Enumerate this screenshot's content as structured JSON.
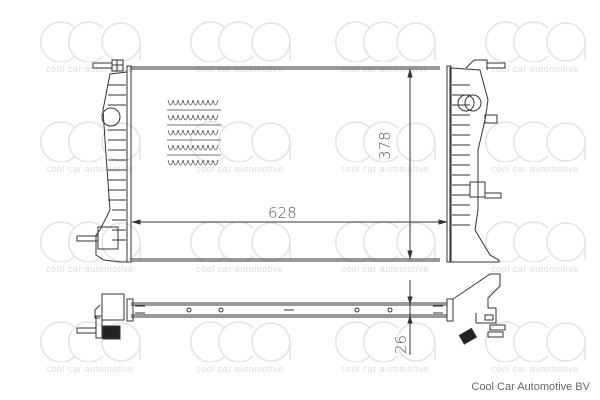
{
  "drawing": {
    "subject": "radiator-technical-drawing",
    "dimensions": {
      "width": "628",
      "height": "378",
      "depth": "26"
    },
    "watermark": {
      "logo": "cca",
      "text": "cool car automotive"
    },
    "footer": "Cool Car Automotive BV"
  }
}
